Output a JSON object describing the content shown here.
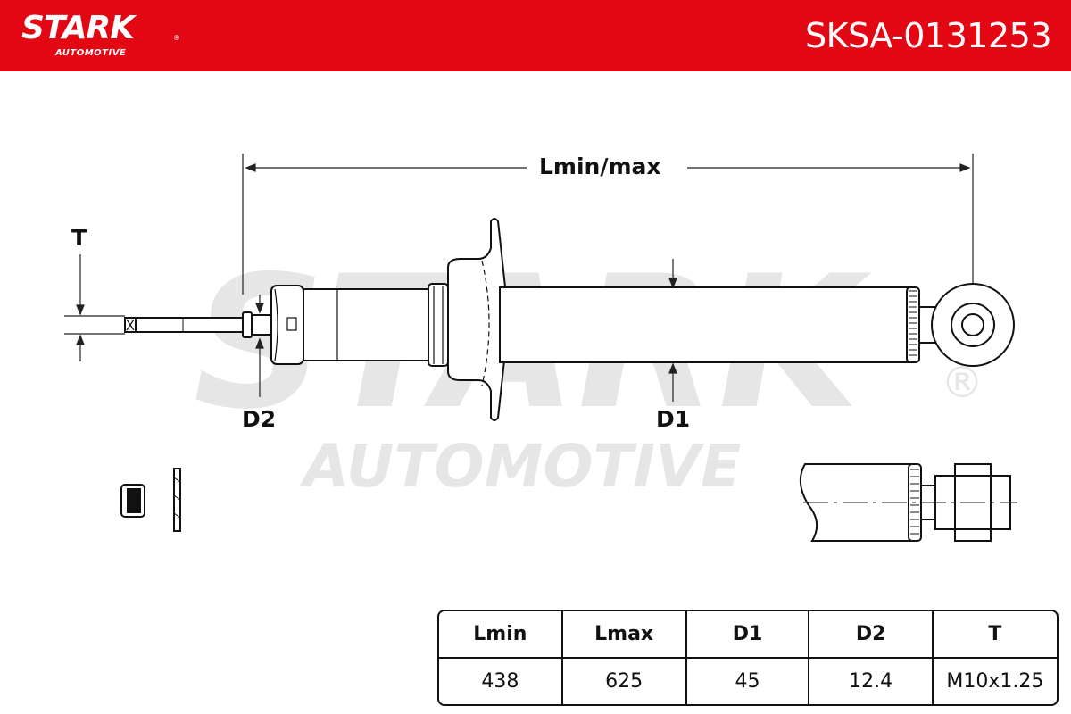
{
  "header": {
    "brand": "STARK",
    "brand_sub": "AUTOMOTIVE",
    "brand_reg": "®",
    "part_number": "SKSA-0131253",
    "bar_color": "#E30613"
  },
  "watermark": {
    "main": "STARK",
    "sub": "AUTOMOTIVE",
    "reg": "®"
  },
  "dimensions": {
    "length": "Lmin/max",
    "thread": "T",
    "rod_diameter": "D2",
    "body_diameter": "D1"
  },
  "specs": {
    "headers": [
      "Lmin",
      "Lmax",
      "D1",
      "D2",
      "T"
    ],
    "values": [
      "438",
      "625",
      "45",
      "12.4",
      "M10x1.25"
    ]
  }
}
